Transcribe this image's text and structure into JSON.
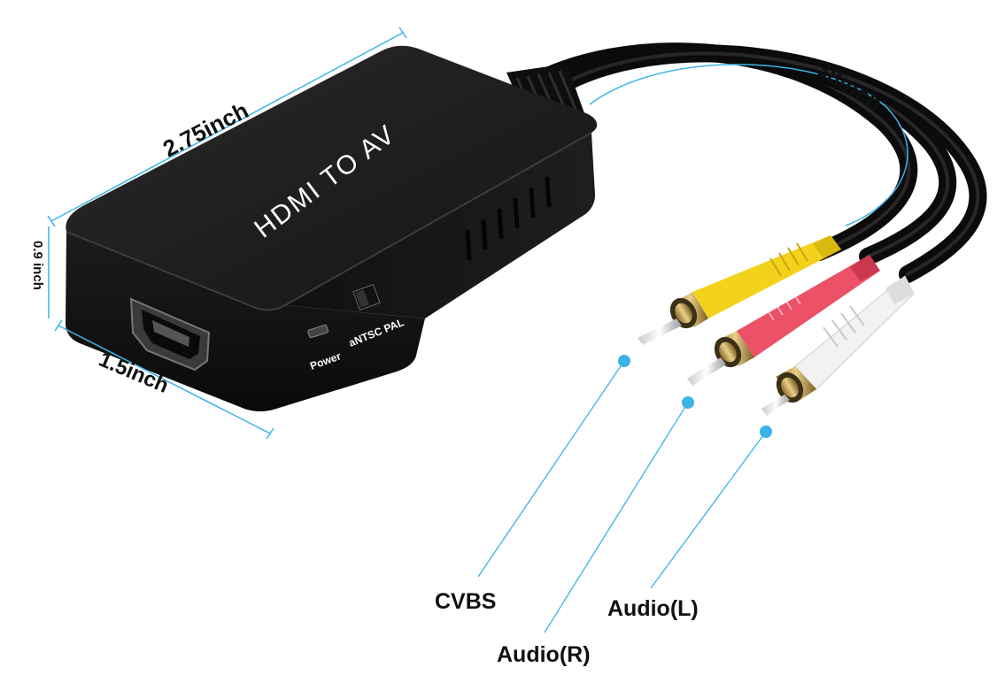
{
  "device": {
    "name": "HDMI TO AV",
    "port_labels": {
      "power": "Power",
      "switch": "aNTSC PAL"
    }
  },
  "dimensions": {
    "length": "2.75inch",
    "width": "1.5inch",
    "height": "0.9 inch",
    "cable": "38inch"
  },
  "connectors": [
    {
      "label": "CVBS",
      "color": "#f2d21b"
    },
    {
      "label": "Audio(R)",
      "color": "#ec5167"
    },
    {
      "label": "Audio(L)",
      "color": "#f2f2f2"
    }
  ],
  "accent_color": "#3bb3e8"
}
